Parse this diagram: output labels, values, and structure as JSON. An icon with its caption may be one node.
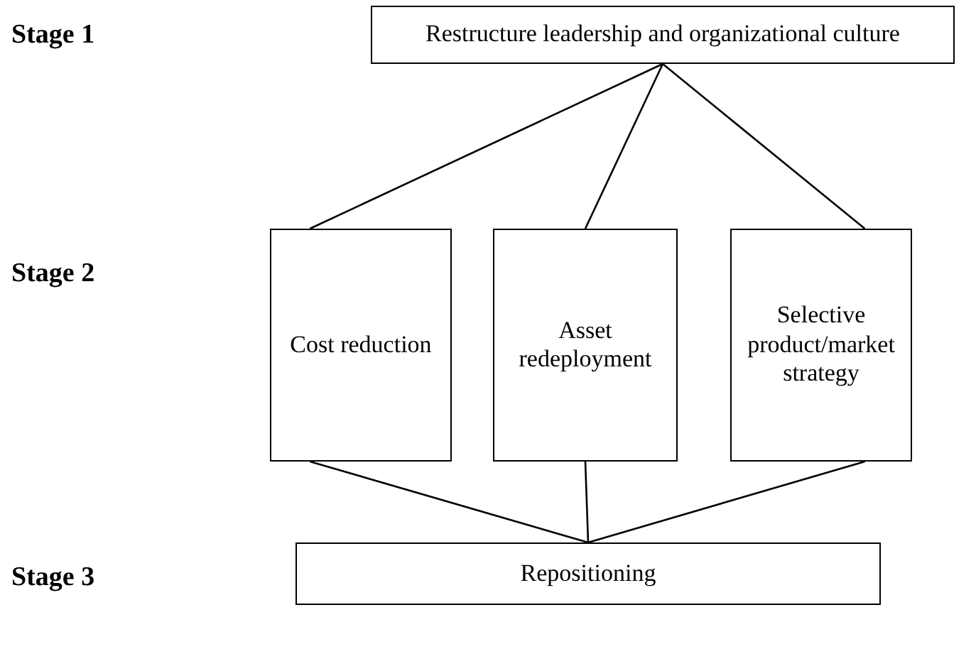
{
  "diagram": {
    "nodes": [
      {
        "text": [
          "Restructure leadership and organizational culture"
        ]
      },
      {
        "text": [
          "Cost reduction"
        ]
      },
      {
        "text": [
          "Asset redeployment"
        ]
      },
      {
        "text": [
          "Selective product/market strategy"
        ]
      },
      {
        "text": [
          "Repositioning"
        ]
      }
    ],
    "edges": [
      {
        "from": 0,
        "to": 1,
        "arrow": "none"
      },
      {
        "from": 0,
        "to": 2,
        "arrow": "none"
      },
      {
        "from": 0,
        "to": 3,
        "arrow": "none"
      },
      {
        "from": 1,
        "to": 4,
        "arrow": "none"
      },
      {
        "from": 2,
        "to": 4,
        "arrow": "none"
      },
      {
        "from": 3,
        "to": 4,
        "arrow": "none"
      }
    ],
    "labels": [
      "Stage 1",
      "Stage 2",
      "Stage 3"
    ]
  }
}
